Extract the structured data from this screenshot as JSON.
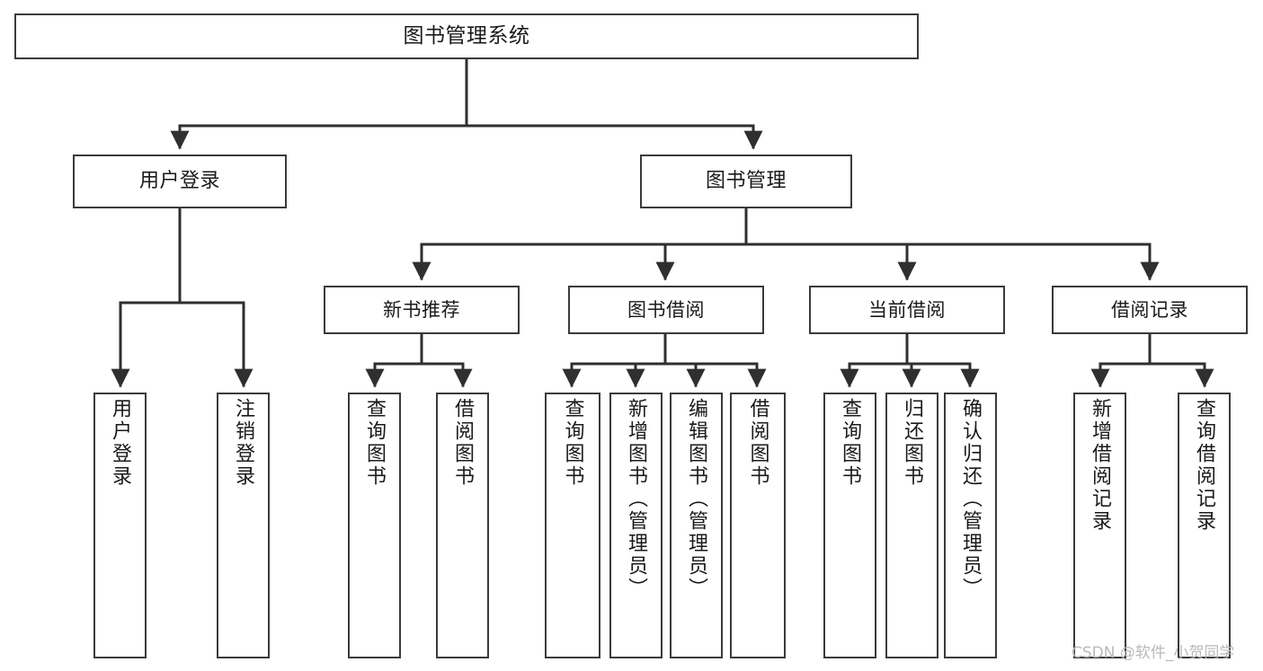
{
  "diagram": {
    "title": "图书管理系统",
    "type": "functional-structure-tree",
    "root": {
      "id": "root-node",
      "label": "图书管理系统"
    },
    "level2": [
      {
        "id": "node-user-login",
        "label": "用户登录"
      },
      {
        "id": "node-book-manage",
        "label": "图书管理"
      }
    ],
    "level3": [
      {
        "id": "node-new-book-recommend",
        "label": "新书推荐"
      },
      {
        "id": "node-book-borrow",
        "label": "图书借阅"
      },
      {
        "id": "node-current-borrow",
        "label": "当前借阅"
      },
      {
        "id": "node-borrow-record",
        "label": "借阅记录"
      }
    ],
    "leaves": [
      {
        "id": "leaf-user-login",
        "label": "用户登录",
        "parent": "用户登录"
      },
      {
        "id": "leaf-user-logout",
        "label": "注销登录",
        "parent": "用户登录"
      },
      {
        "id": "leaf-query-book-1",
        "label": "查询图书",
        "parent": "新书推荐"
      },
      {
        "id": "leaf-borrow-book-1",
        "label": "借阅图书",
        "parent": "新书推荐"
      },
      {
        "id": "leaf-query-book-2",
        "label": "查询图书",
        "parent": "图书借阅"
      },
      {
        "id": "leaf-add-book",
        "label": "新增图书（管理员）",
        "parent": "图书借阅"
      },
      {
        "id": "leaf-edit-book",
        "label": "编辑图书（管理员）",
        "parent": "图书借阅"
      },
      {
        "id": "leaf-borrow-book-2",
        "label": "借阅图书",
        "parent": "图书借阅"
      },
      {
        "id": "leaf-query-book-3",
        "label": "查询图书",
        "parent": "当前借阅"
      },
      {
        "id": "leaf-return-book",
        "label": "归还图书",
        "parent": "当前借阅"
      },
      {
        "id": "leaf-confirm-return",
        "label": "确认归还（管理员）",
        "parent": "当前借阅"
      },
      {
        "id": "leaf-add-record",
        "label": "新增借阅记录",
        "parent": "借阅记录"
      },
      {
        "id": "leaf-query-record",
        "label": "查询借阅记录",
        "parent": "借阅记录"
      }
    ],
    "colors": {
      "box_border": "#3a3a3a",
      "box_fill": "#ffffff",
      "connector": "#2f2f2f",
      "text": "#1a1a1a",
      "watermark": "#b9b9b9",
      "background": "#ffffff"
    }
  },
  "watermark": {
    "text": "CSDN @软件_小贺同学"
  }
}
